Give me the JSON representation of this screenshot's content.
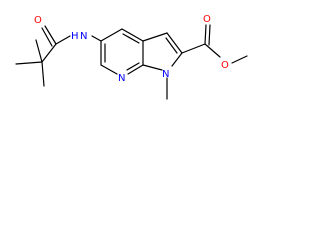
{
  "structure": {
    "atoms": {
      "amide_o": "O",
      "amide_n": "N",
      "amide_h": "H",
      "pyridine_n": "N",
      "pyrrole_n": "N",
      "ester_o_carbonyl": "O",
      "ester_o_ether": "O"
    },
    "colors": {
      "bond": "#000000",
      "nitrogen": "#0000ff",
      "oxygen": "#ff0000",
      "hydrogen_on_n": "#0000ff"
    }
  }
}
